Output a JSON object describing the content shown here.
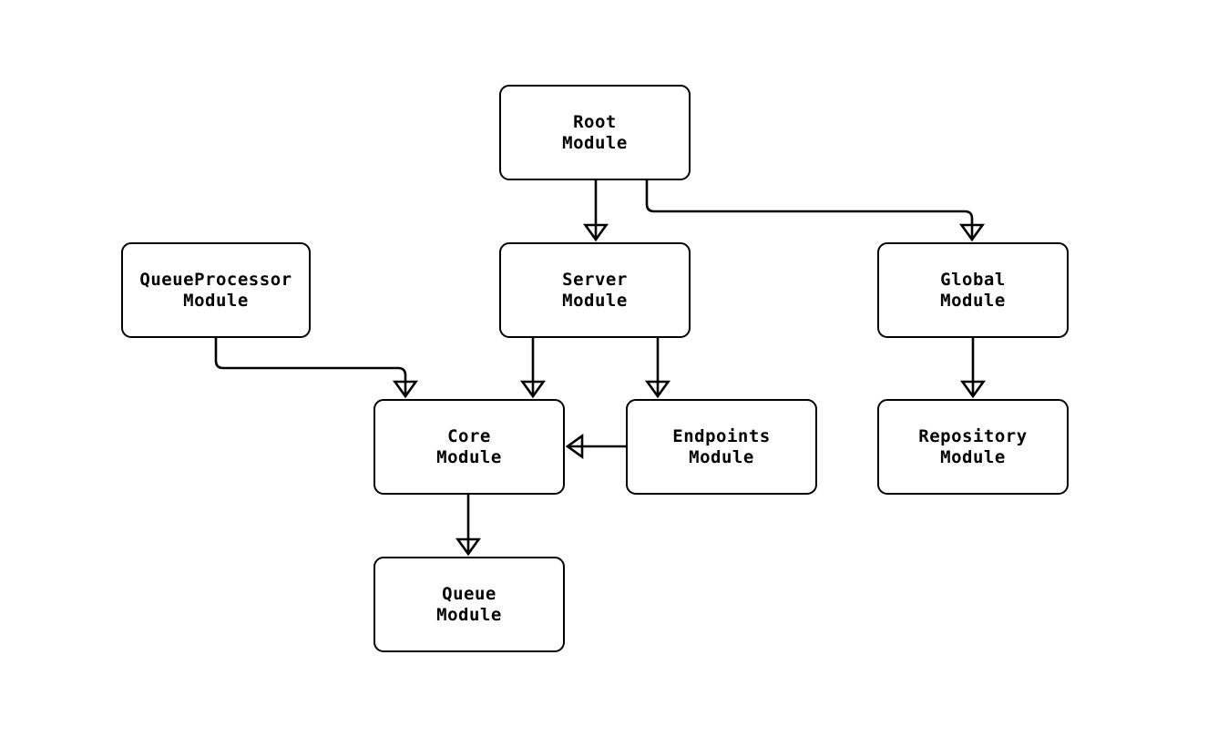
{
  "diagram": {
    "background_color": "#ffffff",
    "node_fill_color": "#ffffff",
    "line_color": "#000000",
    "text_color": "#000000",
    "nodes": {
      "root": {
        "label": "Root\nModule"
      },
      "queueprocessor": {
        "label": "QueueProcessor\nModule"
      },
      "server": {
        "label": "Server\nModule"
      },
      "global": {
        "label": "Global\nModule"
      },
      "core": {
        "label": "Core\nModule"
      },
      "endpoints": {
        "label": "Endpoints\nModule"
      },
      "repository": {
        "label": "Repository\nModule"
      },
      "queue": {
        "label": "Queue\nModule"
      }
    },
    "edges": [
      {
        "from": "Root Module",
        "to": "Server Module"
      },
      {
        "from": "Root Module",
        "to": "Global Module"
      },
      {
        "from": "QueueProcessor Module",
        "to": "Core Module"
      },
      {
        "from": "Server Module",
        "to": "Core Module"
      },
      {
        "from": "Server Module",
        "to": "Endpoints Module"
      },
      {
        "from": "Endpoints Module",
        "to": "Core Module"
      },
      {
        "from": "Global Module",
        "to": "Repository Module"
      },
      {
        "from": "Core Module",
        "to": "Queue Module"
      }
    ]
  }
}
